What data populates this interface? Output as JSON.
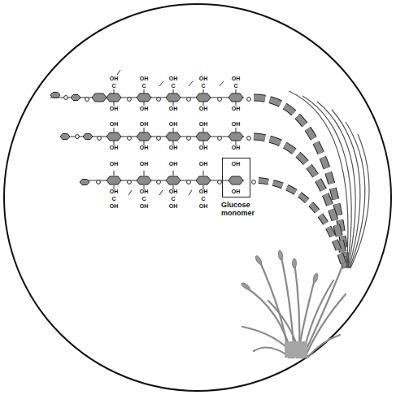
{
  "diagram": {
    "nodes": [
      {
        "text": [
          "Glucose monomer"
        ]
      }
    ],
    "labels": [
      "OH",
      "C",
      "OH",
      "OH",
      "OH",
      "OH",
      "OH",
      "C",
      "OH",
      "OH",
      "C",
      "OH",
      "OH",
      "OH",
      "OH",
      "OH",
      "C",
      "OH",
      "OH",
      "C",
      "OH",
      "OH",
      "OH",
      "OH",
      "OH",
      "C",
      "OH",
      "OH",
      "C",
      "OH",
      "OH",
      "OH",
      "OH",
      "OH",
      "C",
      "OH",
      "OH",
      "C",
      "OH",
      "OH",
      "OH",
      "OH",
      "OH"
    ]
  }
}
